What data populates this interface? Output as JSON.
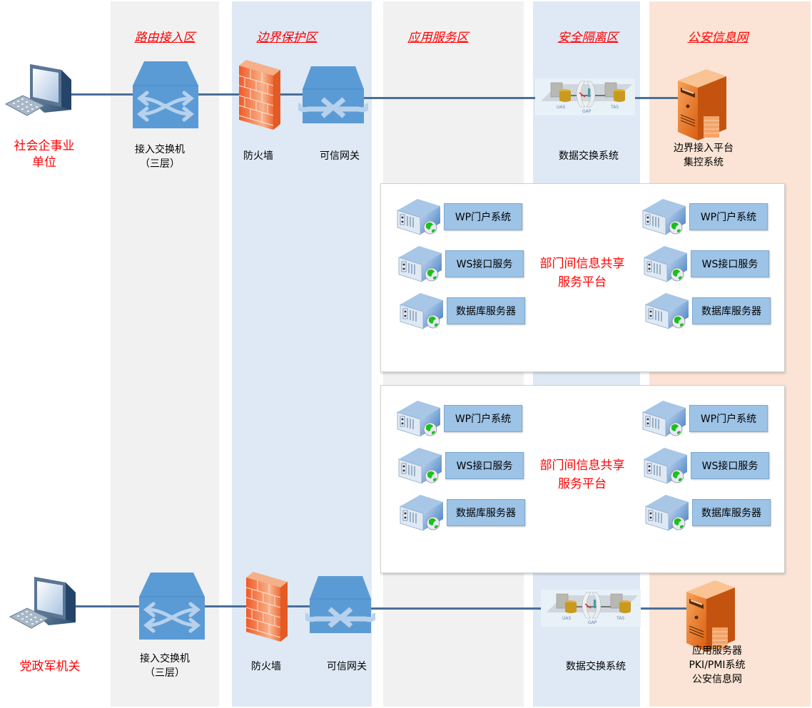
{
  "zones": [
    {
      "id": "route",
      "title": "路由接入区",
      "color": "#f1f1f1"
    },
    {
      "id": "border",
      "title": "边界保护区",
      "color": "#dee9f5"
    },
    {
      "id": "app",
      "title": "应用服务区",
      "color": "#f1f1f1"
    },
    {
      "id": "security",
      "title": "安全隔离区",
      "color": "#dee9f5"
    },
    {
      "id": "police",
      "title": "公安信息网",
      "color": "#fbe4d5"
    }
  ],
  "title_color": "#ff0000",
  "link_color": "#4a6f9a",
  "top_row": {
    "source": {
      "label_line1": "社会企事业",
      "label_line2": "单位",
      "icon": "desktop-computer-icon"
    },
    "switch": {
      "label_line1": "接入交换机",
      "label_line2": "（三层）",
      "icon": "layer3-switch-icon"
    },
    "firewall": {
      "label": "防火墙",
      "icon": "firewall-icon"
    },
    "gateway": {
      "label": "可信网关",
      "icon": "trusted-gateway-icon"
    },
    "exchange": {
      "label": "数据交换系统",
      "icon": "gap-exchange-icon",
      "parts": [
        "UAS",
        "GAP",
        "TAS"
      ]
    },
    "target": {
      "label_line1": "边界接入平台",
      "label_line2": "集控系统",
      "icon": "server-tower-icon"
    }
  },
  "bottom_row": {
    "source": {
      "label": "党政军机关",
      "icon": "desktop-computer-icon"
    },
    "switch": {
      "label_line1": "接入交换机",
      "label_line2": "（三层）",
      "icon": "layer3-switch-icon"
    },
    "firewall": {
      "label": "防火墙",
      "icon": "firewall-icon"
    },
    "gateway": {
      "label": "可信网关",
      "icon": "trusted-gateway-icon"
    },
    "exchange": {
      "label": "数据交换系统",
      "icon": "gap-exchange-icon",
      "parts": [
        "UAS",
        "GAP",
        "TAS"
      ]
    },
    "target": {
      "label_line1": "应用服务器",
      "label_line2": "PKI/PMI系统",
      "label_line3": "公安信息网",
      "icon": "server-tower-icon"
    }
  },
  "platforms": [
    {
      "title_line1": "部门间信息共享",
      "title_line2": "服务平台",
      "left_services": [
        "WP门户系统",
        "WS接口服务",
        "数据库服务器"
      ],
      "right_services": [
        "WP门户系统",
        "WS接口服务",
        "数据库服务器"
      ]
    },
    {
      "title_line1": "部门间信息共享",
      "title_line2": "服务平台",
      "left_services": [
        "WP门户系统",
        "WS接口服务",
        "数据库服务器"
      ],
      "right_services": [
        "WP门户系统",
        "WS接口服务",
        "数据库服务器"
      ]
    }
  ]
}
